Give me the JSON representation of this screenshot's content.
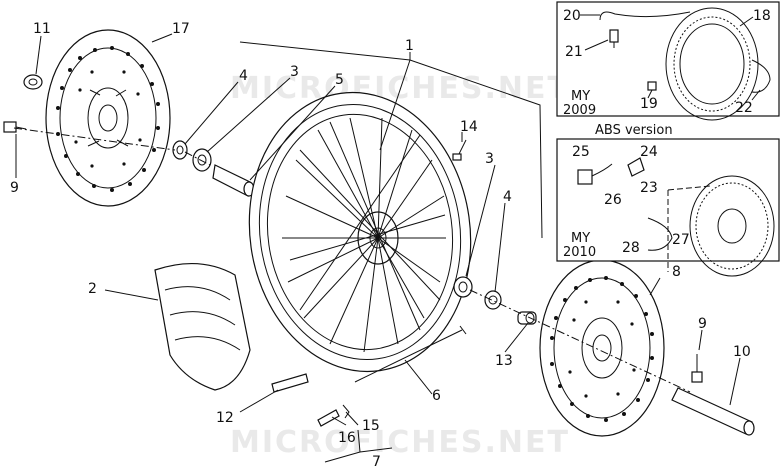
{
  "diagram": {
    "watermark": "MICROFICHES.NET",
    "callouts": {
      "c1": "1",
      "c2": "2",
      "c3a": "3",
      "c3b": "3",
      "c4a": "4",
      "c4b": "4",
      "c5": "5",
      "c6": "6",
      "c7": "7",
      "c8": "8",
      "c9a": "9",
      "c9b": "9",
      "c10": "10",
      "c11": "11",
      "c12": "12",
      "c13": "13",
      "c14": "14",
      "c15": "15",
      "c16": "16",
      "c17": "17"
    },
    "abs_2009": {
      "my_label": "MY",
      "year": "2009",
      "callouts": {
        "c18": "18",
        "c19": "19",
        "c20": "20",
        "c21": "21",
        "c22": "22"
      }
    },
    "abs_title": "ABS version",
    "abs_2010": {
      "my_label": "MY",
      "year": "2010",
      "callouts": {
        "c23": "23",
        "c24": "24",
        "c25": "25",
        "c26": "26",
        "c27": "27",
        "c28": "28"
      }
    }
  }
}
